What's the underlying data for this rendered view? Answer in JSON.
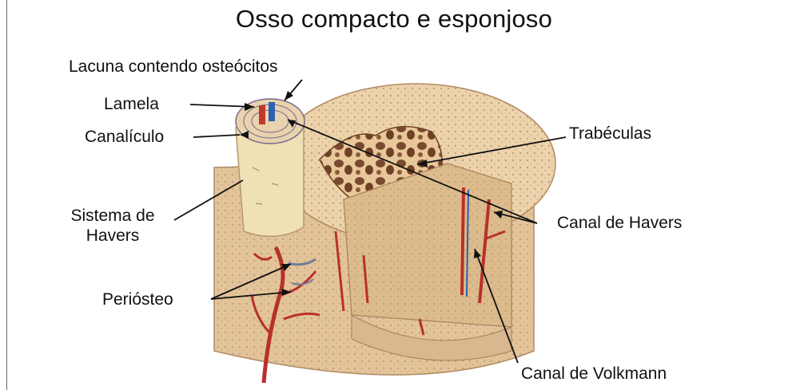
{
  "title": "Osso compacto e esponjoso",
  "labels": {
    "lacuna": "Lacuna contendo osteócitos",
    "lamela": "Lamela",
    "canaliculo": "Canalículo",
    "sistema_havers": "Sistema de\nHavers",
    "periosteo": "Periósteo",
    "trabeculas": "Trabéculas",
    "canal_havers": "Canal de Havers",
    "canal_volkmann": "Canal de Volkmann"
  },
  "colors": {
    "bone": "#e9d2a8",
    "bone_dark": "#c8a57a",
    "spongy_cavity": "#8a5a3a",
    "artery": "#b8302a",
    "vein": "#2f5fb0",
    "osteon": "#efe0b6"
  }
}
